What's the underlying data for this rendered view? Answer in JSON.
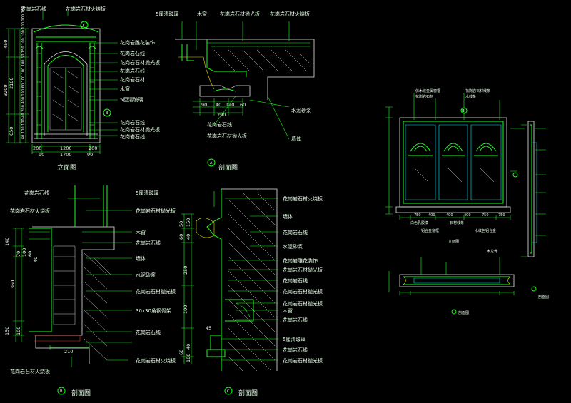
{
  "titles": {
    "elevation": "立面图",
    "sectionA": "剖面图",
    "sectionB": "剖面图",
    "sectionC": "剖面图",
    "rightElevation": "立面图",
    "rightSection1": "剖面图",
    "rightSection2": "剖面图"
  },
  "markers": {
    "A": "A",
    "B": "B",
    "C": "C"
  },
  "elevation_labels": [
    "花岗岩石线",
    "花岗岩石材火烧板",
    "花岗岩雕花装饰",
    "花岗岩石线",
    "花岗岩石材抛光板",
    "花岗岩石线",
    "花岗岩石材",
    "木窗",
    "5厘清玻璃",
    "花岗岩石线",
    "花岗岩石材抛光板",
    "花岗岩石线"
  ],
  "elevation_dims_v": [
    "450",
    "2100",
    "3200",
    "650"
  ],
  "elevation_dims_v2": [
    "60",
    "100",
    "100",
    "40",
    "200",
    "400",
    "190",
    "60",
    "100",
    "100",
    "100",
    "60",
    "150",
    "100",
    "100",
    "100",
    "100",
    "100"
  ],
  "elevation_dims_h": [
    "200",
    "1200",
    "200",
    "90",
    "1700",
    "90"
  ],
  "sectionA_labels": [
    "5厘清玻璃",
    "木窗",
    "花岗岩石材抛光板",
    "花岗岩石材火烧板",
    "水泥砂浆",
    "墙体",
    "花岗岩石线",
    "花岗岩石材抛光板"
  ],
  "sectionA_dims": [
    "90",
    "40",
    "120",
    "60",
    "290"
  ],
  "sectionB_labels": [
    "花岗岩石线",
    "5厘清玻璃",
    "花岗岩石材火烧板",
    "花岗岩石材抛光板",
    "木窗",
    "花岗岩石线",
    "墙体",
    "水泥砂浆",
    "花岗岩石材抛光板",
    "30x30角钢骨架",
    "花岗岩石线",
    "花岗岩石材火烧板",
    "花岗岩石材火烧板"
  ],
  "sectionB_dims_v": [
    "140",
    "70",
    "100",
    "60",
    "40",
    "360",
    "150",
    "100"
  ],
  "sectionB_dims_h": [
    "210"
  ],
  "sectionC_labels": [
    "花岗岩石材火烧板",
    "墙体",
    "花岗岩石线",
    "水泥砂浆",
    "花岗岩雕花装饰",
    "花岗岩石材抛光板",
    "花岗岩石线",
    "花岗岩石材抛光板",
    "花岗岩石材抛光板",
    "木窗",
    "花岗岩石线",
    "5厘清玻璃",
    "花岗岩石线",
    "花岗岩石材抛光板"
  ],
  "sectionC_dims": [
    "50",
    "60",
    "150",
    "40",
    "250",
    "100",
    "45",
    "60",
    "40",
    "100"
  ],
  "right_labels": [
    "仿木纹金属窗框",
    "花岗岩石材",
    "花岗岩石材线条",
    "木线条",
    "白色乳胶漆",
    "石材线条",
    "铝合金窗框",
    "木纹色铝合金",
    "木龙骨"
  ],
  "right_dims": [
    "750",
    "400",
    "400",
    "400",
    "750",
    "750"
  ]
}
